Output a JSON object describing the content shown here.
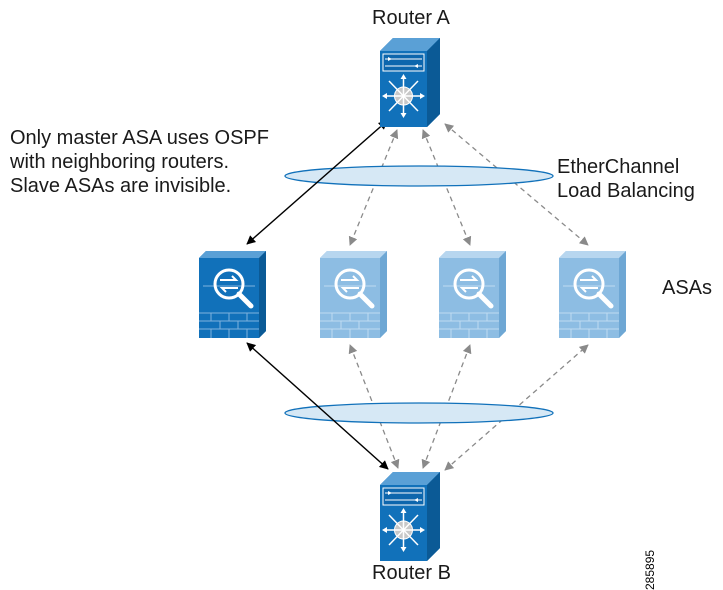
{
  "labels": {
    "router_a": "Router A",
    "router_b": "Router B",
    "note_line1": "Only master ASA uses OSPF",
    "note_line2": "with neighboring routers.",
    "note_line3": "Slave ASAs are invisible.",
    "etherchannel_line1": "EtherChannel",
    "etherchannel_line2": "Load Balancing",
    "asas": "ASAs",
    "figure_number": "285895"
  },
  "colors": {
    "router_blue": "#1171ba",
    "master_asa_blue": "#1171ba",
    "slave_asa_blue": "#8dbde3",
    "etherchannel_fill": "#d6e8f5",
    "solid_link": "#000000",
    "dashed_link": "#8a8a8a"
  },
  "devices": [
    {
      "id": "router-a",
      "kind": "router",
      "icon": "router-icon"
    },
    {
      "id": "asa-master",
      "kind": "asa",
      "role": "master",
      "icon": "firewall-icon"
    },
    {
      "id": "asa-slave-1",
      "kind": "asa",
      "role": "slave",
      "icon": "firewall-icon"
    },
    {
      "id": "asa-slave-2",
      "kind": "asa",
      "role": "slave",
      "icon": "firewall-icon"
    },
    {
      "id": "asa-slave-3",
      "kind": "asa",
      "role": "slave",
      "icon": "firewall-icon"
    },
    {
      "id": "router-b",
      "kind": "router",
      "icon": "router-icon"
    }
  ],
  "links": [
    {
      "from": "router-a",
      "to": "asa-master",
      "style": "solid",
      "arrows": "both"
    },
    {
      "from": "router-a",
      "to": "asa-slave-1",
      "style": "dashed",
      "arrows": "both"
    },
    {
      "from": "router-a",
      "to": "asa-slave-2",
      "style": "dashed",
      "arrows": "both"
    },
    {
      "from": "router-a",
      "to": "asa-slave-3",
      "style": "dashed",
      "arrows": "both"
    },
    {
      "from": "router-b",
      "to": "asa-master",
      "style": "solid",
      "arrows": "both"
    },
    {
      "from": "router-b",
      "to": "asa-slave-1",
      "style": "dashed",
      "arrows": "both"
    },
    {
      "from": "router-b",
      "to": "asa-slave-2",
      "style": "dashed",
      "arrows": "both"
    },
    {
      "from": "router-b",
      "to": "asa-slave-3",
      "style": "dashed",
      "arrows": "both"
    }
  ]
}
